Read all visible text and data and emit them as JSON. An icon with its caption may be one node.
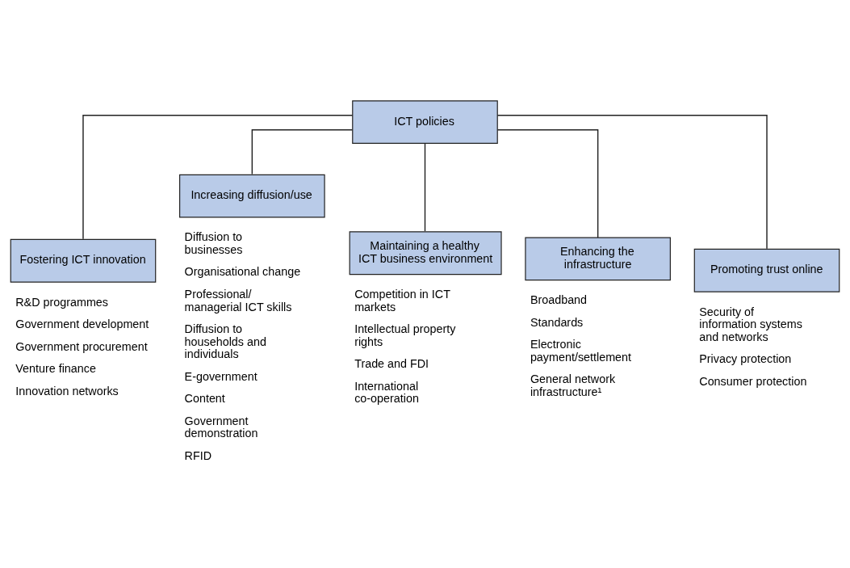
{
  "diagram": {
    "nodes": [
      {
        "text": [
          "ICT policies"
        ]
      },
      {
        "text": [
          "Fostering ICT innovation"
        ],
        "beside": [
          "R&D programmes",
          "Government development",
          "Government procurement",
          "Venture finance",
          "Innovation networks"
        ]
      },
      {
        "text": [
          "Increasing diffusion/use"
        ],
        "beside": [
          "Diffusion to businesses",
          "Organisational change",
          "Professional/ managerial ICT skills",
          "Diffusion to households and individuals",
          "E-government",
          "Content",
          "Government demonstration",
          "RFID"
        ]
      },
      {
        "text": [
          "Maintaining a healthy ICT business environment"
        ],
        "beside": [
          "Competition in ICT markets",
          "Intellectual property rights",
          "Trade and FDI",
          "International co-operation"
        ]
      },
      {
        "text": [
          "Enhancing the infrastructure"
        ],
        "beside": [
          "Broadband",
          "Standards",
          "Electronic payment/settlement",
          "General network infrastructure¹"
        ]
      },
      {
        "text": [
          "Promoting trust online"
        ],
        "beside": [
          "Security of information systems and networks",
          "Privacy protection",
          "Consumer protection"
        ]
      }
    ],
    "edges": [
      {
        "from": 0,
        "to": 1,
        "arrow": "none"
      },
      {
        "from": 0,
        "to": 2,
        "arrow": "none"
      },
      {
        "from": 0,
        "to": 3,
        "arrow": "none"
      },
      {
        "from": 0,
        "to": 4,
        "arrow": "none"
      },
      {
        "from": 0,
        "to": 5,
        "arrow": "none"
      }
    ]
  }
}
